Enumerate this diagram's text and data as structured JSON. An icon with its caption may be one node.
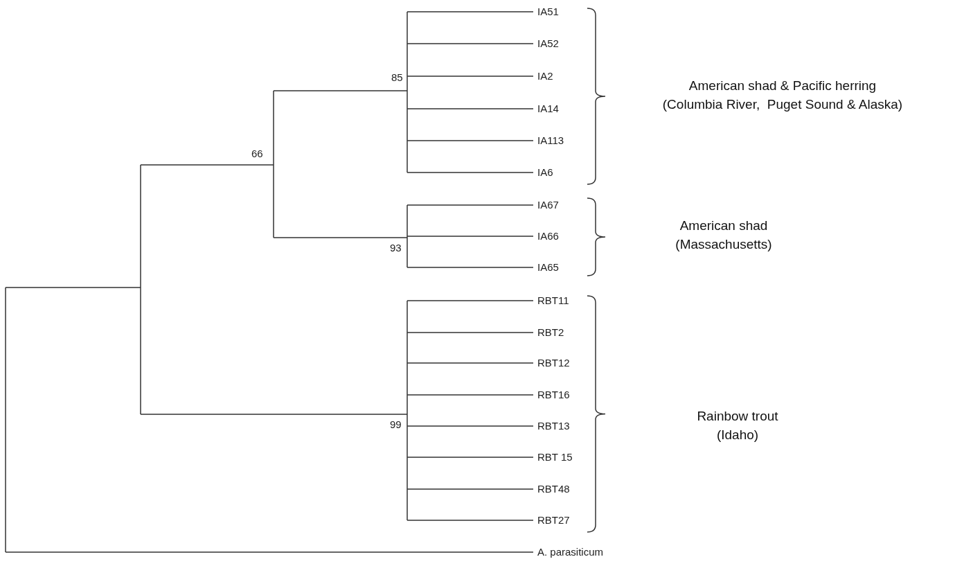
{
  "diagram": {
    "labels": [
      "IA51",
      "IA52",
      "IA2",
      "IA14",
      "IA113",
      "IA6",
      "IA67",
      "IA66",
      "IA65",
      "RBT11",
      "RBT2",
      "RBT12",
      "RBT16",
      "RBT13",
      "RBT 15",
      "RBT48",
      "RBT27",
      "A. parasiticum",
      "85",
      "66",
      "93",
      "99",
      "American shad & Pacific herring (Columbia River,  Puget Sound & Alaska)",
      "American shad (Massachusetts)",
      "Rainbow trout (Idaho)"
    ]
  }
}
